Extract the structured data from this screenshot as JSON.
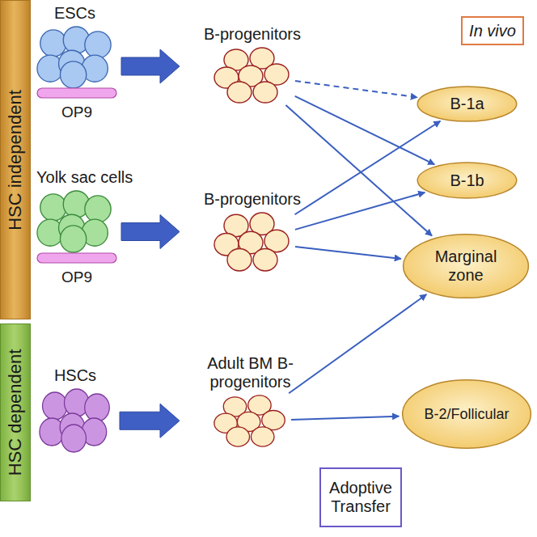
{
  "diagram": {
    "nodes": [
      {
        "text": [
          "HSC independent"
        ]
      },
      {
        "text": [
          "ESCs"
        ]
      },
      {
        "text": [
          "OP9"
        ]
      },
      {
        "text": [
          "B-progenitors"
        ]
      },
      {
        "text": [
          "In vivo"
        ]
      },
      {
        "text": [
          "B-1a"
        ]
      },
      {
        "text": [
          "B-1b"
        ]
      },
      {
        "text": [
          "Yolk sac cells"
        ]
      },
      {
        "text": [
          "B-progenitors"
        ]
      },
      {
        "text": [
          "OP9"
        ]
      },
      {
        "text": [
          "Marginal zone"
        ]
      },
      {
        "text": [
          "HSC dependent"
        ]
      },
      {
        "text": [
          "HSCs"
        ]
      },
      {
        "text": [
          "Adult BM B-progenitors"
        ]
      },
      {
        "text": [
          "B-2/Follicular"
        ]
      },
      {
        "text": [
          "Adoptive Transfer"
        ]
      }
    ],
    "edges": [
      {
        "from": 1,
        "to": 3,
        "arrow": "to"
      },
      {
        "from": 7,
        "to": 8,
        "arrow": "to"
      },
      {
        "from": 12,
        "to": 13,
        "arrow": "to"
      },
      {
        "from": 3,
        "to": 5,
        "arrow": "to"
      },
      {
        "from": 3,
        "to": 6,
        "arrow": "to"
      },
      {
        "from": 3,
        "to": 10,
        "arrow": "to"
      },
      {
        "from": 8,
        "to": 5,
        "arrow": "to"
      },
      {
        "from": 8,
        "to": 6,
        "arrow": "to"
      },
      {
        "from": 8,
        "to": 10,
        "arrow": "to"
      },
      {
        "from": 13,
        "to": 10,
        "arrow": "to"
      },
      {
        "from": 13,
        "to": 14,
        "arrow": "to"
      }
    ]
  }
}
